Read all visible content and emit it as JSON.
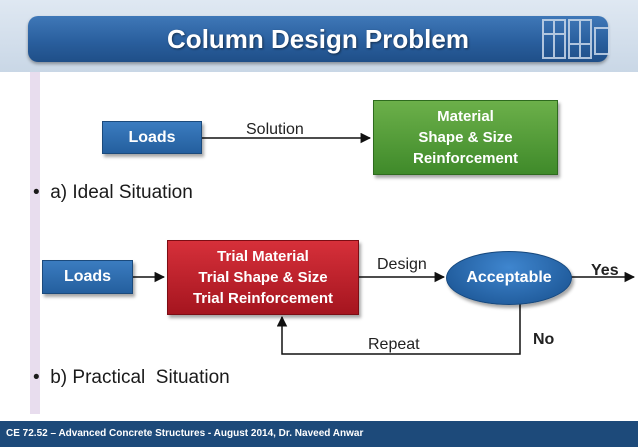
{
  "slide": {
    "title": "Column Design Problem",
    "footer": "CE 72.52 – Advanced Concrete Structures - August 2014, Dr. Naveed Anwar"
  },
  "ideal": {
    "loads": "Loads",
    "edge_label": "Solution",
    "result": [
      "Material",
      "Shape & Size",
      "Reinforcement"
    ],
    "bullet": "a) Ideal Situation"
  },
  "practical": {
    "loads": "Loads",
    "trial": [
      "Trial Material",
      "Trial Shape & Size",
      "Trial Reinforcement"
    ],
    "design_label": "Design",
    "decision": "Acceptable",
    "yes_label": "Yes",
    "no_label": "No",
    "repeat_label": "Repeat",
    "bullet": "b) Practical  Situation"
  },
  "colors": {
    "title_bar": "#2a5f9e",
    "blue_node": "#245f9e",
    "green_node": "#3f8a2a",
    "red_node": "#a5151f",
    "footer": "#1d4a7a"
  }
}
